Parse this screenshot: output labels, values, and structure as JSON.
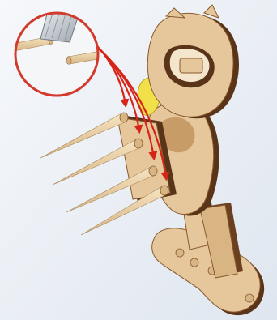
{
  "illustration": {
    "subject": "wooden-puzzle-figure",
    "callout": "cutter-blade-trimming-dowel",
    "colors": {
      "background": "#eef2f8",
      "wood_light": "#e6c79c",
      "wood_dark": "#5a3418",
      "dowel": "#ecd2a6",
      "yellow_part": "#f1e04a",
      "arrow": "#d62418",
      "callout_ring": "#d23a2c",
      "blade": "#c9ced4"
    },
    "dowel_count": 4,
    "arrow_count": 4
  }
}
